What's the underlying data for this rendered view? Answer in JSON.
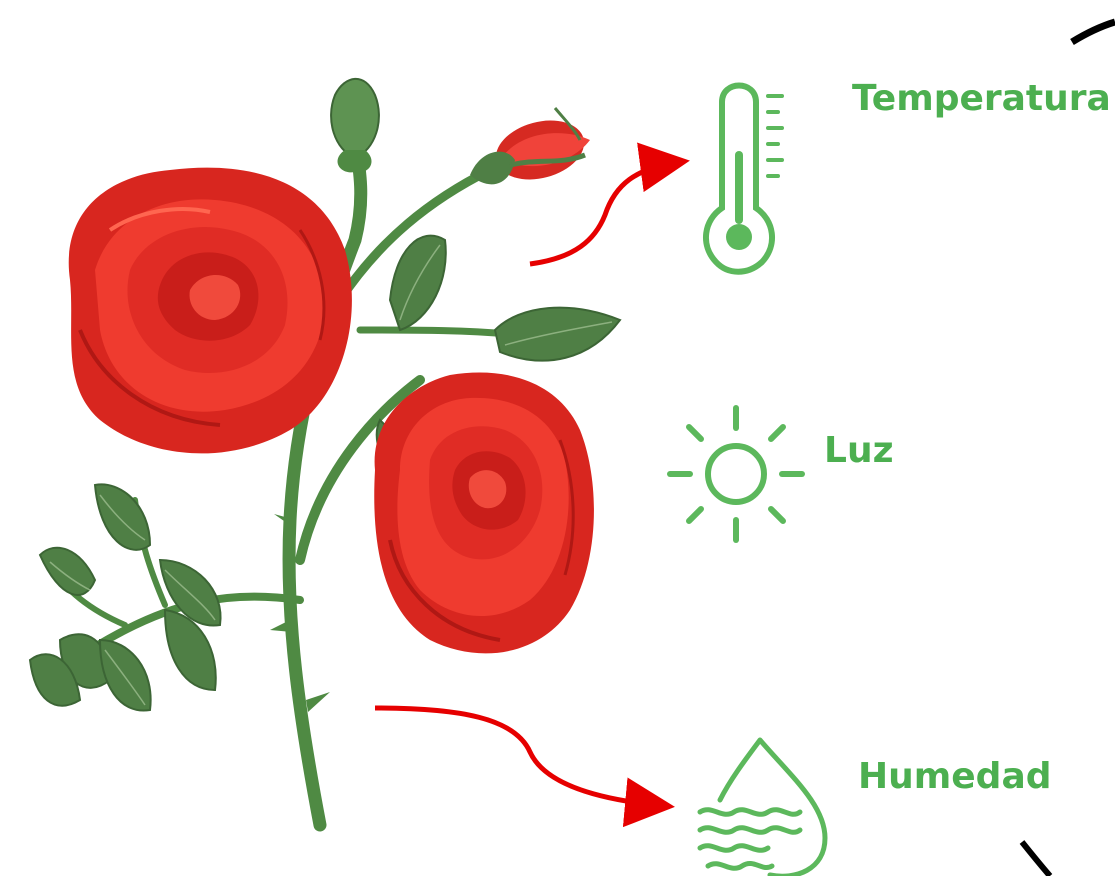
{
  "labels": {
    "temperature": "Temperatura",
    "light": "Luz",
    "humidity": "Humedad"
  },
  "icons": {
    "temperature": "thermometer-icon",
    "light": "sun-icon",
    "humidity": "water-drop-waves-icon"
  },
  "colors": {
    "label_green": "#4caf50",
    "icon_green": "#5cb85c",
    "arrow_red": "#e60000",
    "petal_red": "#e8302a",
    "petal_dark": "#c0201c",
    "leaf_green": "#4f7f45",
    "stem_green": "#4f8a43"
  }
}
